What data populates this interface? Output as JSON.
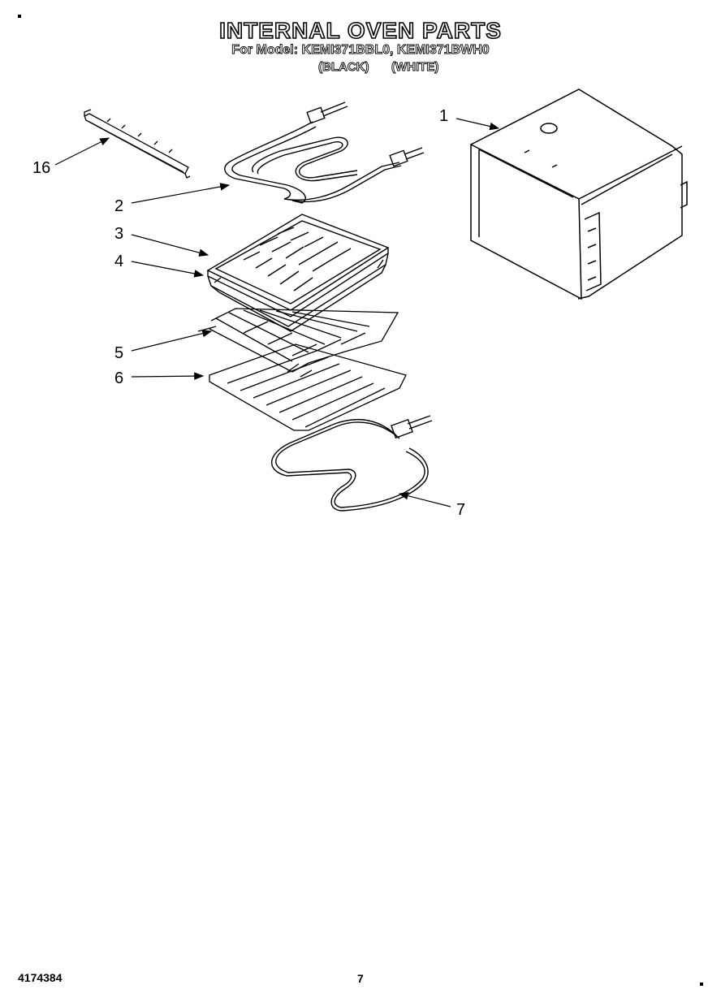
{
  "header": {
    "title": "INTERNAL OVEN PARTS",
    "subtitle": "For Model: KEMI371BBL0, KEMI371BWH0",
    "model_variants": [
      "(BLACK)",
      "(WHITE)"
    ]
  },
  "callouts": {
    "c1": "1",
    "c2": "2",
    "c3": "3",
    "c4": "4",
    "c5": "5",
    "c6": "6",
    "c7": "7",
    "c16": "16"
  },
  "footer": {
    "doc_number": "4174384",
    "page": "7"
  }
}
